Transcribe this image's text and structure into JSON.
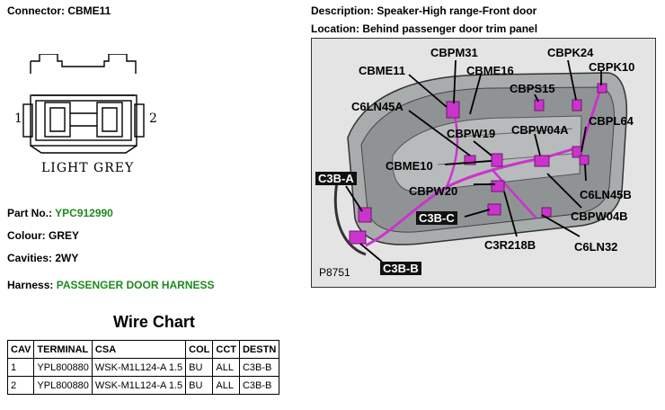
{
  "header": {
    "connector": "Connector: CBME11",
    "description": "Description: Speaker-High range-Front door",
    "location": "Location: Behind passenger door trim panel"
  },
  "connector_face": {
    "caption": "LIGHT GREY",
    "pin_left": "1",
    "pin_right": "2"
  },
  "details": {
    "part_label": "Part No.:",
    "part_value": "YPC912990",
    "colour": "Colour: GREY",
    "cavities": "Cavities: 2WY",
    "harness_label": "Harness:",
    "harness_value": "PASSENGER DOOR HARNESS",
    "accent_color": "#1f8a1f"
  },
  "wire_chart": {
    "title": "Wire Chart",
    "headers": [
      "CAV",
      "TERMINAL",
      "CSA",
      "COL",
      "CCT",
      "DESTN"
    ],
    "rows": [
      [
        "1",
        "YPL800880",
        "WSK-M1L124-A 1.5",
        "BU",
        "ALL",
        "C3B-B"
      ],
      [
        "2",
        "YPL800880",
        "WSK-M1L124-A 1.5",
        "BU",
        "ALL",
        "C3B-B"
      ]
    ]
  },
  "photo": {
    "code": "P8751",
    "highlight_color": "#cc33cc",
    "labels": {
      "cbpm31": "CBPM31",
      "cbpk24": "CBPK24",
      "cbme11": "CBME11",
      "cbme16": "CBME16",
      "cbpk10": "CBPK10",
      "cbps15": "CBPS15",
      "c6ln45a": "C6LN45A",
      "cbpl64": "CBPL64",
      "cbpw04a": "CBPW04A",
      "cbpw19": "CBPW19",
      "cbme10": "CBME10",
      "c3ba": "C3B-A",
      "c6ln45b": "C6LN45B",
      "cbpw20": "CBPW20",
      "c3bc": "C3B-C",
      "cbpw04b": "CBPW04B",
      "c3r218b": "C3R218B",
      "c6ln32": "C6LN32",
      "c3bb": "C3B-B"
    }
  }
}
